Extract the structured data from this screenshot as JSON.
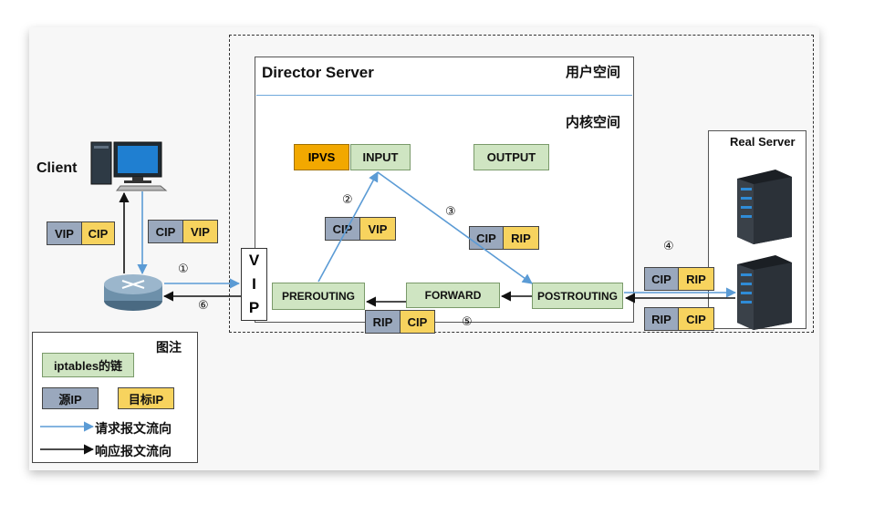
{
  "director": {
    "title": "Director Server",
    "user_space": "用户空间",
    "kernel_space": "内核空间"
  },
  "real_server": {
    "title": "Real Server"
  },
  "client": {
    "label": "Client"
  },
  "chains": {
    "ipvs": "IPVS",
    "input": "INPUT",
    "output": "OUTPUT",
    "prerouting": "PREROUTING",
    "forward": "FORWARD",
    "postrouting": "POSTROUTING"
  },
  "vip_box": [
    "V",
    "I",
    "P"
  ],
  "pairs": {
    "client_resp": {
      "src": "VIP",
      "dst": "CIP"
    },
    "client_req": {
      "src": "CIP",
      "dst": "VIP"
    },
    "step2": {
      "src": "CIP",
      "dst": "VIP"
    },
    "step3": {
      "src": "CIP",
      "dst": "RIP"
    },
    "step4_req": {
      "src": "CIP",
      "dst": "RIP"
    },
    "step4_resp": {
      "src": "RIP",
      "dst": "CIP"
    },
    "step5": {
      "src": "RIP",
      "dst": "CIP"
    }
  },
  "steps": {
    "s1": "①",
    "s2": "②",
    "s3": "③",
    "s4": "④",
    "s5": "⑤",
    "s6": "⑥"
  },
  "legend": {
    "title": "图注",
    "chain_label": "iptables的链",
    "src_label": "源IP",
    "dst_label": "目标IP",
    "request_flow": "请求报文流向",
    "response_flow": "响应报文流向"
  },
  "colors": {
    "chain": "#cfe5c2",
    "ipvs": "#f2a800",
    "source_ip": "#9aa8bd",
    "target_ip": "#f7d35e",
    "request_arrow": "#5b9bd5",
    "response_arrow": "#111111"
  }
}
